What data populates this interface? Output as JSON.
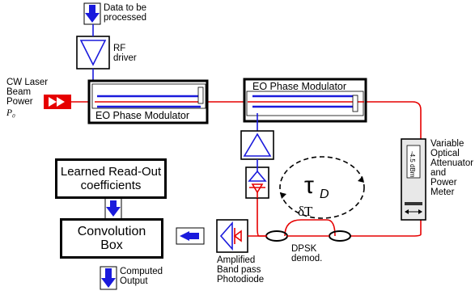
{
  "labels": {
    "data_in": "Data to be\nprocessed",
    "rf_driver": "RF\ndriver",
    "cw_laser": "CW Laser\nBeam\nPower",
    "p0": "P₀",
    "eo_mod_1": "EO Phase Modulator",
    "eo_mod_2": "EO Phase Modulator",
    "voa": "Variable\nOptical\nAttenuator\nand\nPower\nMeter",
    "voa_display": "-4.5 dBm",
    "tau": "τ",
    "tau_sub": "D",
    "delta_t": "δT",
    "dpsk": "DPSK\ndemod.",
    "photodiode": "Amplified\nBand pass\nPhotodiode",
    "readout": "Learned Read-Out\ncoefficients",
    "convolution": "Convolution\nBox",
    "computed": "Computed\nOutput"
  },
  "colors": {
    "optical_path": "#e60000",
    "electrical_path": "#1a1adc",
    "outline": "#000000"
  }
}
